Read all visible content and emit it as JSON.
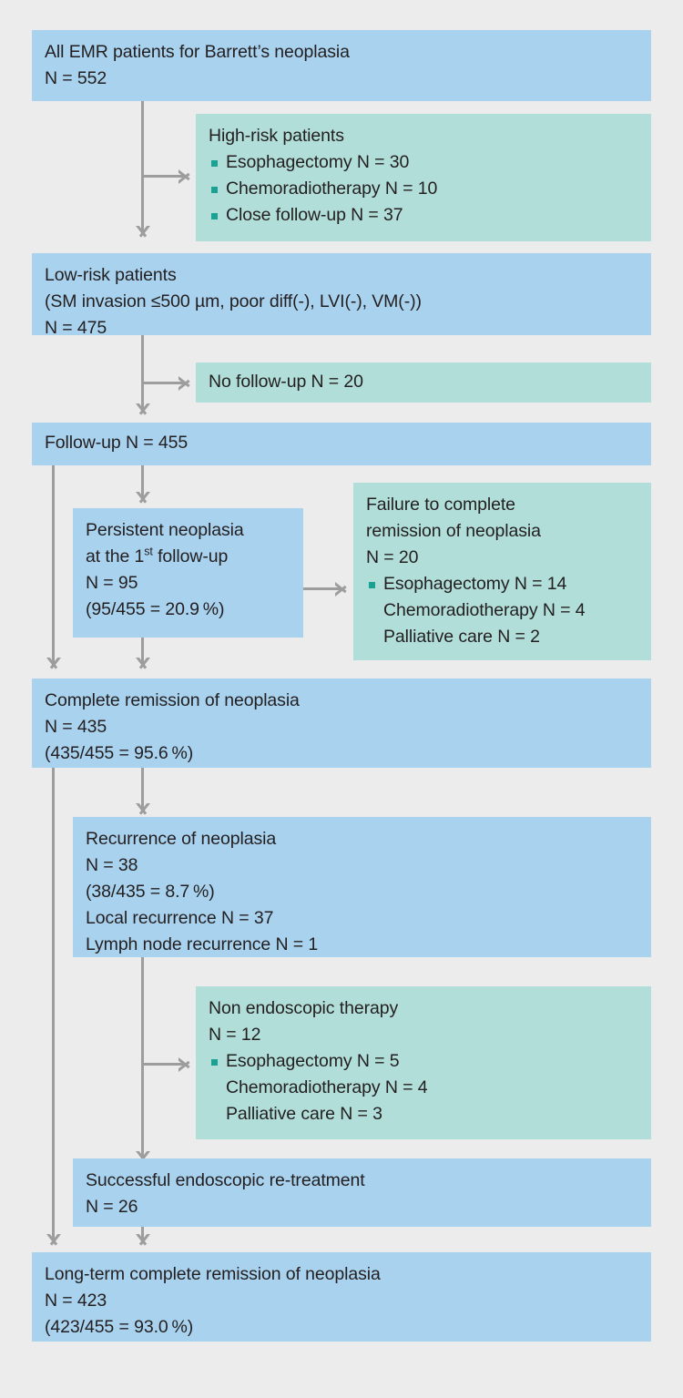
{
  "diagram": {
    "title": "EMR for Barrett's neoplasia patient flow",
    "colors": {
      "background": "#ececec",
      "primary_box": "#a9d2ee",
      "secondary_box": "#b1ded9",
      "connector": "#9d9d9d",
      "bullet": "#19a192",
      "text": "#231f20"
    },
    "nodes": {
      "all_emr": {
        "name": "All EMR patients",
        "lines": [
          "All EMR patients for Barrett’s neoplasia",
          "N = 552"
        ]
      },
      "high_risk": {
        "name": "High-risk patients",
        "heading": "High-risk patients",
        "items": [
          "Esophagectomy N = 30",
          "Chemoradiotherapy N = 10",
          "Close follow-up N = 37"
        ]
      },
      "low_risk": {
        "name": "Low-risk patients",
        "lines": [
          "Low-risk patients",
          "(SM invasion ≤500 µm, poor diff(-), LVI(-), VM(-))",
          "N = 475"
        ]
      },
      "no_followup": {
        "name": "No follow-up",
        "lines": [
          "No follow-up N = 20"
        ]
      },
      "followup": {
        "name": "Follow-up",
        "lines": [
          "Follow-up N = 455"
        ]
      },
      "persistent": {
        "name": "Persistent neoplasia",
        "line1": "Persistent neoplasia",
        "line2_pre": "at the 1",
        "line2_sup": "st",
        "line2_post": " follow-up",
        "line3": "N = 95",
        "line4": "(95/455 = 20.9 %)"
      },
      "failure": {
        "name": "Failure to complete remission",
        "line1": "Failure to complete",
        "line2": "remission of neoplasia",
        "line3": "N = 20",
        "items": [
          "Esophagectomy N = 14",
          "Chemoradiotherapy N = 4",
          "Palliative care N = 2"
        ]
      },
      "complete_remission": {
        "name": "Complete remission of neoplasia",
        "lines": [
          "Complete remission of neoplasia",
          "N = 435",
          "(435/455 = 95.6 %)"
        ]
      },
      "recurrence": {
        "name": "Recurrence of neoplasia",
        "lines": [
          "Recurrence of neoplasia",
          "N = 38",
          "(38/435 = 8.7 %)",
          "Local recurrence N = 37",
          "Lymph node recurrence N = 1"
        ]
      },
      "non_endoscopic": {
        "name": "Non endoscopic therapy",
        "line1": "Non endoscopic therapy",
        "line2": "N = 12",
        "items": [
          "Esophagectomy N = 5",
          "Chemoradiotherapy N = 4",
          "Palliative care N = 3"
        ]
      },
      "re_treatment": {
        "name": "Successful endoscopic re-treatment",
        "lines": [
          "Successful endoscopic re-treatment",
          "N = 26"
        ]
      },
      "long_term": {
        "name": "Long-term complete remission of neoplasia",
        "lines": [
          "Long-term complete remission of neoplasia",
          "N = 423",
          "(423/455 = 93.0 %)"
        ]
      }
    }
  }
}
